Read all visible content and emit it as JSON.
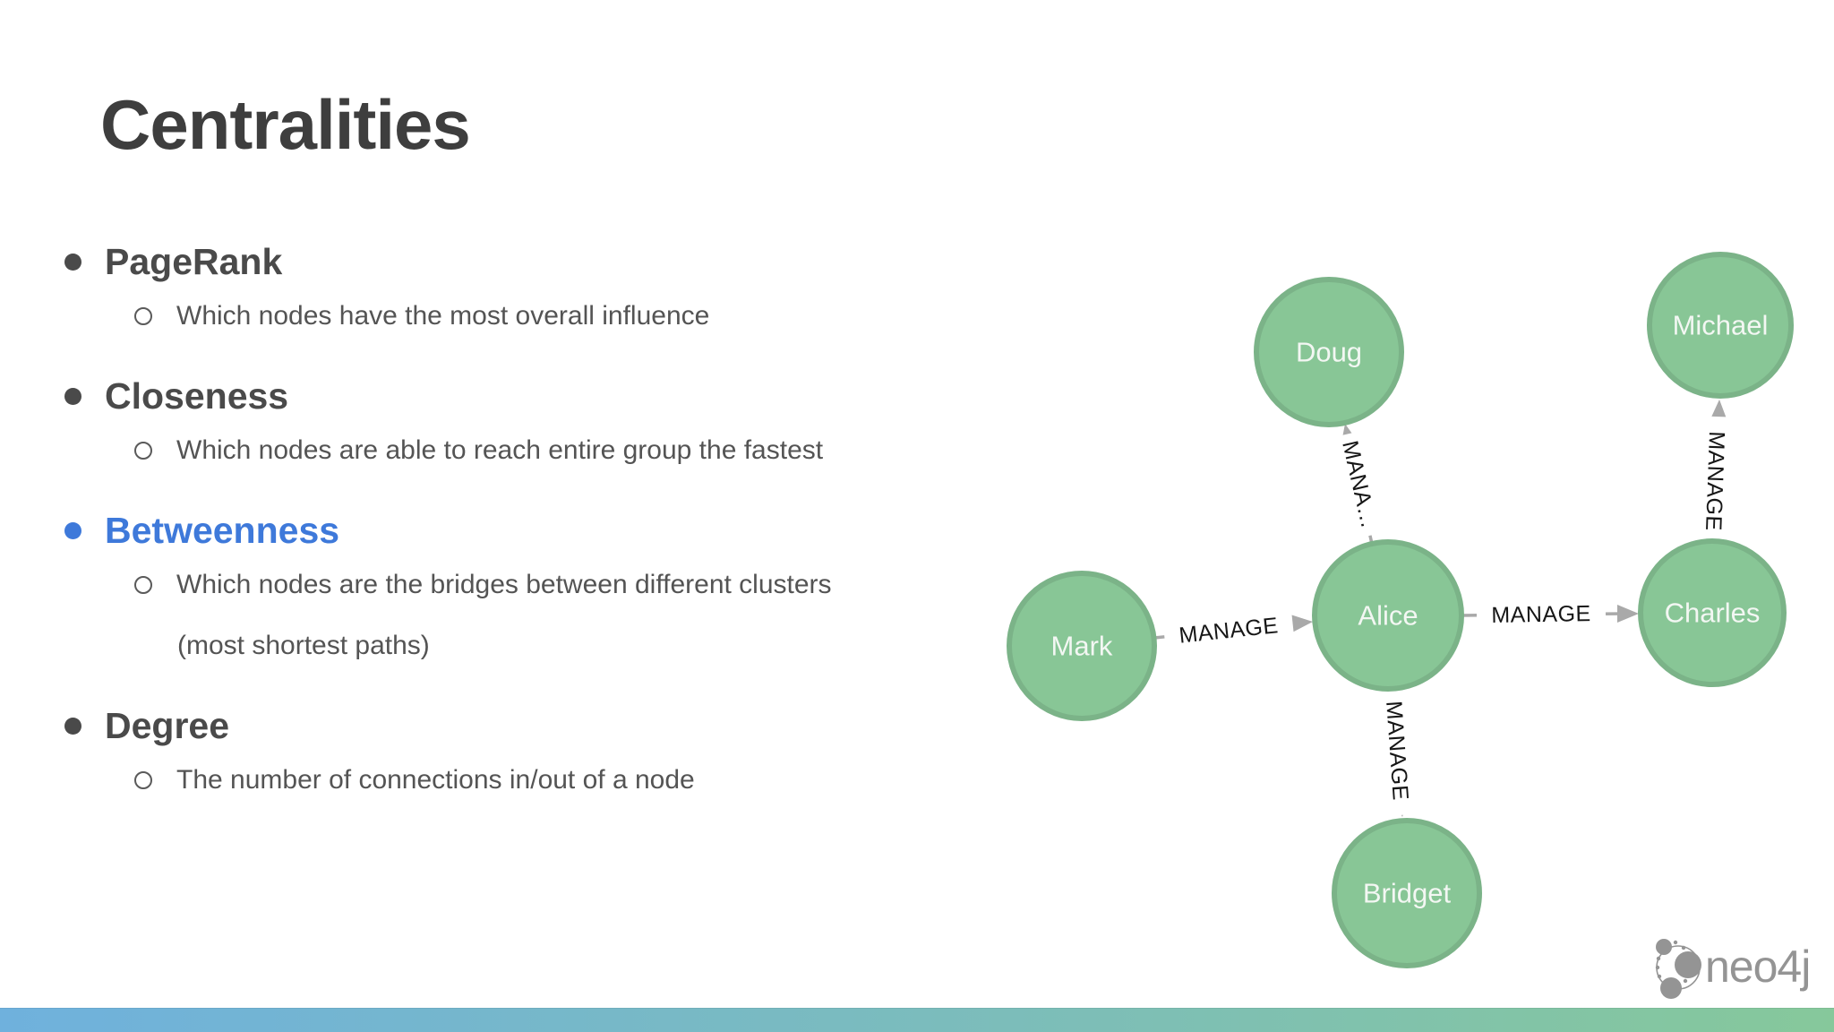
{
  "slide": {
    "title": "Centralities",
    "bullets": [
      {
        "label": "PageRank",
        "sub": "Which nodes have the most overall influence"
      },
      {
        "label": "Closeness",
        "sub": "Which nodes are able to reach entire group the fastest"
      },
      {
        "label": "Betweenness",
        "sub": "Which nodes are the bridges between different clusters",
        "sub2": "(most shortest paths)"
      },
      {
        "label": "Degree",
        "sub": "The number of connections in/out of a node"
      }
    ]
  },
  "graph": {
    "nodes": [
      {
        "name": "Doug"
      },
      {
        "name": "Michael"
      },
      {
        "name": "Mark"
      },
      {
        "name": "Alice"
      },
      {
        "name": "Charles"
      },
      {
        "name": "Bridget"
      }
    ],
    "edges": [
      {
        "from": "Mark",
        "to": "Alice",
        "label": "MANAGE"
      },
      {
        "from": "Alice",
        "to": "Charles",
        "label": "MANAGE"
      },
      {
        "from": "Alice",
        "to": "Doug",
        "label": "MANA…"
      },
      {
        "from": "Charles",
        "to": "Michael",
        "label": "MANAGE"
      },
      {
        "from": "Alice",
        "to": "Bridget",
        "label": "MANAGE"
      }
    ]
  },
  "branding": {
    "logo_text": "neo4j"
  },
  "colors": {
    "highlight_blue": "#3E79DA",
    "node_fill": "#88C696",
    "node_border": "#7BB388",
    "edge_gray": "#A9A9A9",
    "bottom_bar_left": "#6FB1DD",
    "bottom_bar_right": "#86C89B"
  }
}
